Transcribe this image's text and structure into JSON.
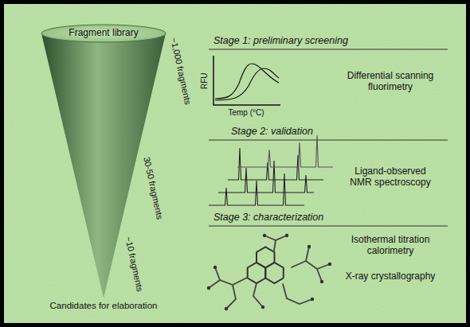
{
  "diagram": {
    "labels": [
      "Fragment library",
      "~1,000 fragments",
      "30-50 fragments",
      "~10 fragments",
      "Candidates for elaboration",
      "Stage 1: preliminary screening",
      "RFU",
      "Temp (°C)",
      "Differential scanning fluorimetry",
      "Stage 2: validation",
      "Ligand-observed NMR spectroscopy",
      "Stage 3: characterization",
      "Isothermal titration calorimetry",
      "X-ray crystallography"
    ]
  }
}
